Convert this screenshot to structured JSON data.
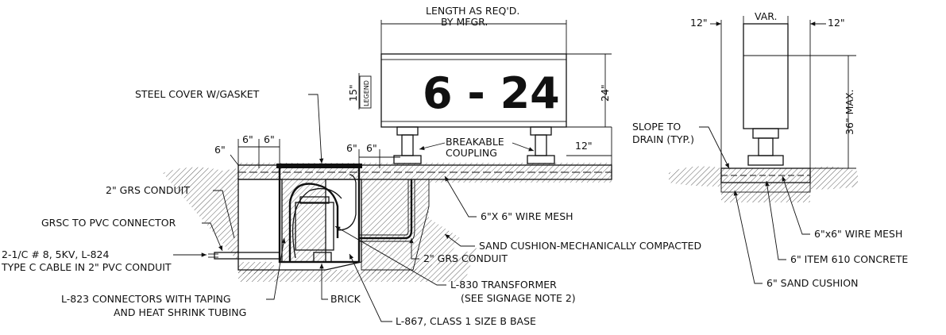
{
  "sign": {
    "legend_text": "6 - 24",
    "length_label": [
      "LENGTH AS REQ'D.",
      "BY MFGR."
    ],
    "dim_height": "24\"",
    "dim_legend_height": "15\"",
    "legend_label": "LEGEND",
    "coupling_label": [
      "BREAKABLE",
      "COUPLING"
    ],
    "dim_right_offset": "12\""
  },
  "box": {
    "cover_label": "STEEL COVER W/GASKET",
    "dim_6a": "6\"",
    "dim_6b": "6\"",
    "dim_6c": "6\"",
    "dim_6d": "6\"",
    "dim_6e": "6\""
  },
  "callouts_left": {
    "grs_conduit": "2\" GRS CONDUIT",
    "grsc_pvc": "GRSC TO PVC CONNECTOR",
    "cable_1": "2-1/C # 8, 5KV, L-824",
    "cable_2": "TYPE C CABLE IN 2\" PVC CONDUIT",
    "connectors_1": "L-823 CONNECTORS WITH TAPING",
    "connectors_2": "AND HEAT SHRINK TUBING",
    "brick": "BRICK",
    "base": "L-867, CLASS 1 SIZE B BASE"
  },
  "callouts_right": {
    "wire_mesh": "6\"X 6\" WIRE MESH",
    "sand_cushion": "SAND CUSHION-MECHANICALLY COMPACTED",
    "grs_conduit": "2\" GRS CONDUIT",
    "transformer_1": "L-830 TRANSFORMER",
    "transformer_2": "(SEE SIGNAGE NOTE 2)"
  },
  "side_view": {
    "dim_left": "12\"",
    "dim_var": "VAR.",
    "dim_right": "12\"",
    "dim_max": "36\" MAX.",
    "slope_1": "SLOPE TO",
    "slope_2": "DRAIN (TYP.)",
    "wire_mesh": "6\"x6\" WIRE MESH",
    "concrete": "6\" ITEM 610 CONCRETE",
    "sand": "6\" SAND CUSHION"
  }
}
